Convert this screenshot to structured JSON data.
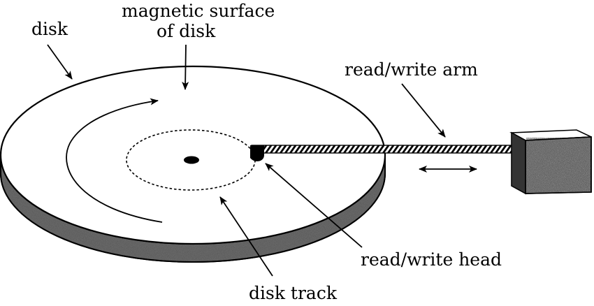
{
  "labels": {
    "disk": "disk",
    "magnetic_surface_line1": "magnetic surface",
    "magnetic_surface_line2": "of disk",
    "read_write_arm": "read/write arm",
    "read_write_head": "read/write head",
    "disk_track": "disk track"
  },
  "colors": {
    "ink": "#000000",
    "paper": "#ffffff",
    "speckle_dark": "#222222",
    "speckle_mid": "#8a8a8a"
  }
}
